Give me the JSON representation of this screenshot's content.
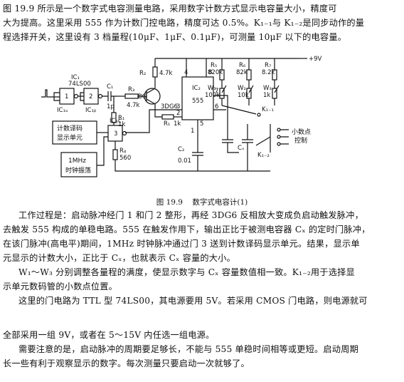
{
  "intro": [
    "图 19.9 所示是一个数字式电容测量电路，采用数字计数方式显示电容量大小，精度可",
    "大为提高。这里采用 555 作为计数门控电路，精度可达 0.5%。K₁₋₁与 K₁₋₂是同步动作的量",
    "程选择开关，这里设有 3 档量程(10μF、1μF、0.1μF)，可测量 10μF 以下的电容量。"
  ],
  "figure": {
    "caption_num": "图 19.9",
    "caption_title": "数字式电容计(1)",
    "labels": {
      "ic1": "IC₁",
      "ic1_type": "74LS00",
      "ic1a": "IC₁ₐ",
      "ic1b": "IC₁ᵦ",
      "ic1c": "IC₁c",
      "ic2": "IC₂",
      "ic2_type": "555",
      "gate1": "1",
      "gate2": "2",
      "gate3": "3",
      "c1": "C₁",
      "c1_val": "1p",
      "r1": "R₁",
      "r1_val": "1k",
      "r2": "R₂",
      "r2_val": "4.7k",
      "r3": "R₃",
      "r3_val": "4.7k",
      "r4": "R₄",
      "r4_val": "560",
      "r5": "R₅",
      "r5_val": "820k",
      "r6": "R₆",
      "r6_val": "82k",
      "r7": "R₇",
      "r7_val": "8.2k",
      "w1": "W₁",
      "w1_val": "100k",
      "w2": "W₂",
      "w2_val": "10k",
      "w3": "W₃",
      "w3_val": "1k",
      "bg": "BG",
      "bg_type": "3DG6",
      "c2": "C₂",
      "c2_val": "0.01",
      "cx": "Cₓ",
      "k11": "K₁₋₁",
      "k12": "K₁₋₂",
      "vcc": "+9V",
      "pin4": "4",
      "pin8": "8",
      "pin7": "7",
      "pin2": "2",
      "pin3": "3",
      "pin6": "6",
      "pin5": "5",
      "pin1": "1",
      "counter_line1": "计数译码",
      "counter_line2": "显示单元",
      "clock_line1": "1MHz",
      "clock_line2": "时钟振荡",
      "decimal_line1": "小数点",
      "decimal_line2": "控制"
    }
  },
  "work": [
    "工作过程是：启动脉冲经门 1 和门 2 整形，再经 3DG6 反相放大变成负启动触发脉冲，",
    "去触发 555 构成的单稳电路。555 在触发作用下，输出正比于被测电容器 Cₓ 的定时门脉冲，",
    "在该门脉冲(高电平)期间，1MHz 时钟脉冲通过门 3 送到计数译码显示单元。结果，显示单",
    "元显示的计数大小，正比于 Cₓ，也就表示 Cₓ 容量的大小。",
    "W₁～W₃ 分别调整各量程的满度，使显示数字与 Cₓ 容量数值相一致。K₁₋₂用于选择显",
    "示单元数码管的小数点位置。",
    "这里的门电路为 TTL 型 74LS00，其电源要用 5V。若采用 CMOS 门电路，则电源就可"
  ],
  "note": [
    "全部采用一组 9V，或者在 5～15V 内任选一组电源。",
    "需要注意的是，启动脉冲的周期要足够长，不能与 555 单稳时间相等或更短。启动周期",
    "长一些有利于观察显示的数字。每次测量只要启动一次就够了。"
  ]
}
